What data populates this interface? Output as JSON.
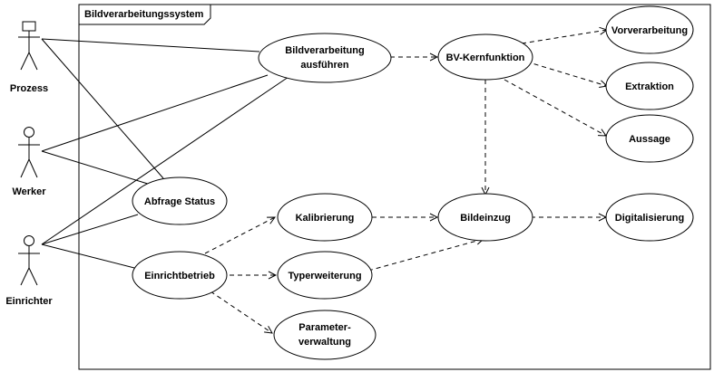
{
  "system": {
    "title": "Bildverarbeitungssystem"
  },
  "actors": {
    "prozess": "Prozess",
    "werker": "Werker",
    "einrichter": "Einrichter"
  },
  "usecases": {
    "bv_ausfuehren_1": "Bildverarbeitung",
    "bv_ausfuehren_2": "ausführen",
    "bv_kern": "BV-Kernfunktion",
    "vorverarbeitung": "Vorverarbeitung",
    "extraktion": "Extraktion",
    "aussage": "Aussage",
    "abfrage_status": "Abfrage Status",
    "kalibrierung": "Kalibrierung",
    "bildeinzug": "Bildeinzug",
    "digitalisierung": "Digitalisierung",
    "einrichtbetrieb": "Einrichtbetrieb",
    "typerweiterung": "Typerweiterung",
    "parameter_1": "Parameter-",
    "parameter_2": "verwaltung"
  }
}
